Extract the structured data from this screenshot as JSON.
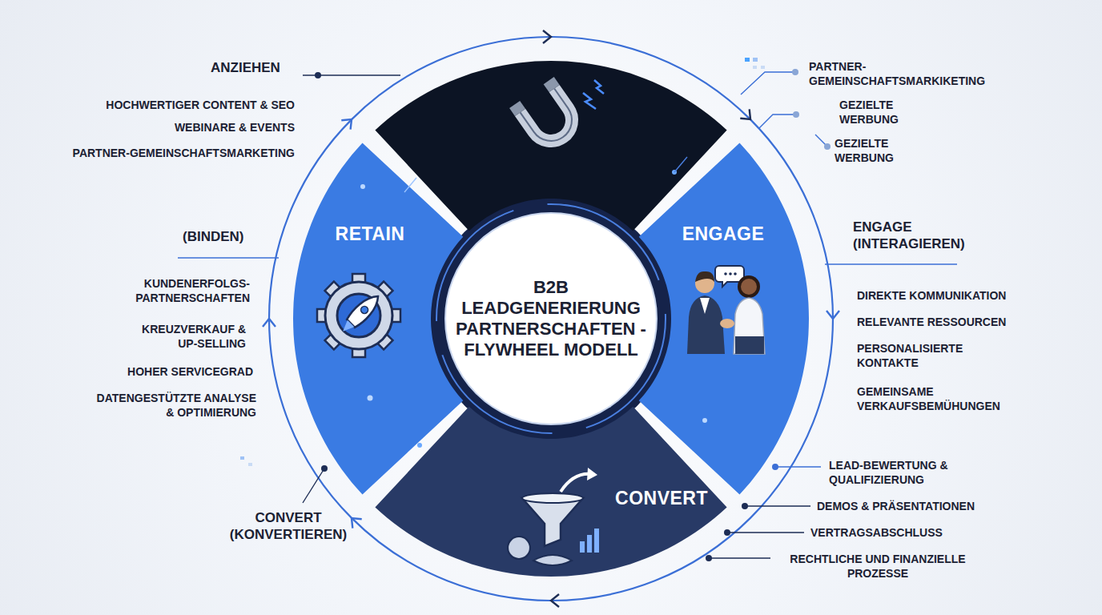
{
  "diagram": {
    "nodes": [
      {
        "text": [
          "RETAIN"
        ]
      },
      {
        "text": [
          "ENGAGE"
        ]
      },
      {
        "text": [
          "B2B LEADGENERIERUNG PARTNERSCHAFTEN - FLYWHEEL MODELL"
        ]
      },
      {
        "text": [
          "CONVERT"
        ]
      }
    ],
    "labels": [
      "ANZIEHEN",
      "PARTNER- GEMEINSCHAFTSMARKIKETING",
      "HOCHWERTIGER CONTENT & SEO",
      "GEZIELTE WERBUNG",
      "WEBINARE & EVENTS",
      "GEZIELTE WERBUNG",
      "PARTNER-GEMEINSCHAFTSMARKETING",
      "ENGAGE (INTERAGIEREN)",
      "(BINDEN)",
      "KUNDENERFOLGS- PARTNERSCHAFTEN",
      "DIREKTE KOMMUNIKATION",
      "RELEVANTE RESSOURCEN",
      "KREUZVERKAUF & UP-SELLING",
      "PERSONALISIERTE KONTAKTE",
      "HOHER SERVICEGRAD",
      "DATENGESTÜTZTE ANALYSE & OPTIMIERUNG",
      "GEMEINSAME VERKAUFSBEMÜHUNGEN",
      "LEAD-BEWERTUNG & QUALIFIZIERUNG",
      "DEMOS & PRÄSENTATIONEN",
      "CONVERT (KONVERTIEREN)",
      "VERTRAGSABSCHLUSS",
      "RECHTLICHE UND FINANZIELLE PROZESSE"
    ]
  }
}
